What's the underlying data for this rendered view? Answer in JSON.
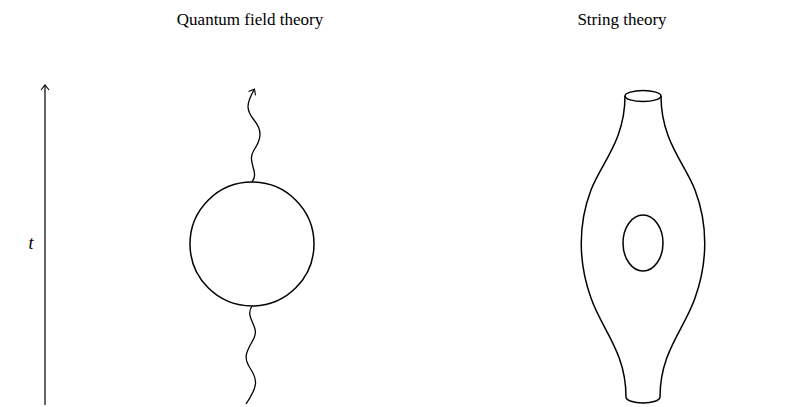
{
  "diagram": {
    "labels": [
      "Quantum field theory",
      "String theory",
      "t"
    ]
  }
}
